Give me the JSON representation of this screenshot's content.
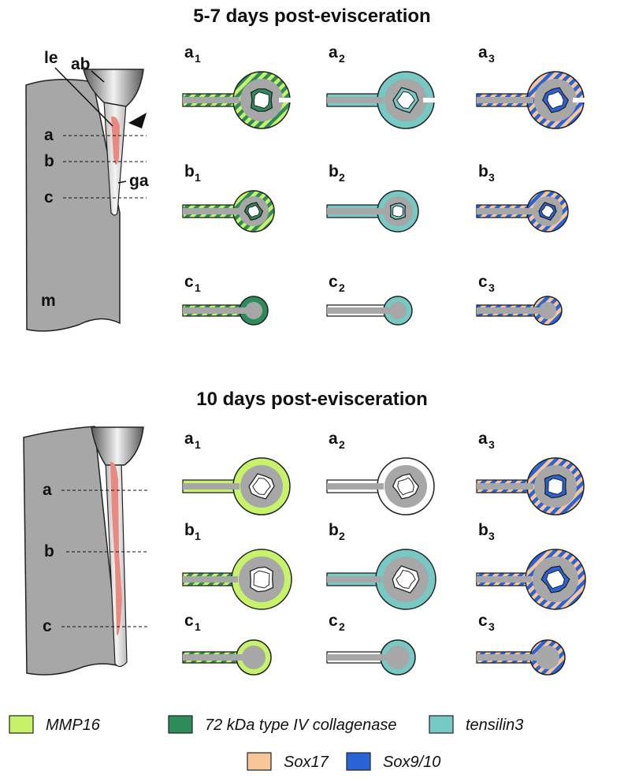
{
  "colors": {
    "mmp16": "#c6f36a",
    "collagenase": "#2e8b5a",
    "tensilin3": "#77c9c6",
    "sox17": "#f7c79b",
    "sox910": "#2a63d8",
    "tissue": "#a7a7a7",
    "lumen": "#ffffff",
    "lesion": "#e98a80",
    "outline": "#222222"
  },
  "sections": [
    {
      "title": "5-7 days post-evisceration",
      "schematic": {
        "labels": {
          "le": "le",
          "ab": "ab",
          "ga": "ga",
          "m": "m"
        },
        "levels": [
          "a",
          "b",
          "c"
        ]
      },
      "grid": [
        [
          {
            "letter": "a",
            "index": "1",
            "ring": "stripe-mmp-col",
            "lining": "collagenase",
            "notch": true
          },
          {
            "letter": "a",
            "index": "2",
            "ring": "tensilin3-partial",
            "lining": "tensilin3",
            "notch": true
          },
          {
            "letter": "a",
            "index": "3",
            "ring": "stripe-sox",
            "lining": "sox910",
            "notch": true
          }
        ],
        [
          {
            "letter": "b",
            "index": "1",
            "ring": "stripe-mmp-col",
            "lining": "collagenase"
          },
          {
            "letter": "b",
            "index": "2",
            "ring": "tensilin3",
            "lining": "tensilin3"
          },
          {
            "letter": "b",
            "index": "3",
            "ring": "stripe-sox",
            "lining": "sox910"
          }
        ],
        [
          {
            "letter": "c",
            "index": "1",
            "ring": "collagenase-solid",
            "stem": "stripe-mmp-col"
          },
          {
            "letter": "c",
            "index": "2",
            "ring": "tensilin3",
            "stem": "plain"
          },
          {
            "letter": "c",
            "index": "3",
            "ring": "stripe-sox",
            "stem": "stripe-sox"
          }
        ]
      ]
    },
    {
      "title": "10 days post-evisceration",
      "schematic": {
        "labels": {},
        "levels": [
          "a",
          "b",
          "c"
        ]
      },
      "grid": [
        [
          {
            "letter": "a",
            "index": "1",
            "ring": "mmp16",
            "lining": "white"
          },
          {
            "letter": "a",
            "index": "2",
            "ring": "white",
            "lining": "white"
          },
          {
            "letter": "a",
            "index": "3",
            "ring": "stripe-sox",
            "lining": "sox910"
          }
        ],
        [
          {
            "letter": "b",
            "index": "1",
            "ring": "mmp16",
            "lining": "white",
            "stem": "stripe-mmp-col"
          },
          {
            "letter": "b",
            "index": "2",
            "ring": "tensilin3",
            "lining": "white"
          },
          {
            "letter": "b",
            "index": "3",
            "ring": "stripe-sox",
            "lining": "sox910"
          }
        ],
        [
          {
            "letter": "c",
            "index": "1",
            "ring": "mmp16",
            "stem": "stripe-mmp-col"
          },
          {
            "letter": "c",
            "index": "2",
            "ring": "tensilin3",
            "stem": "plain"
          },
          {
            "letter": "c",
            "index": "3",
            "ring": "stripe-sox",
            "stem": "stripe-sox"
          }
        ]
      ]
    }
  ],
  "legend": [
    {
      "label": "MMP16",
      "color_key": "mmp16"
    },
    {
      "label": "72 kDa type IV collagenase",
      "color_key": "collagenase"
    },
    {
      "label": "tensilin3",
      "color_key": "tensilin3"
    },
    {
      "label": "Sox17",
      "color_key": "sox17"
    },
    {
      "label": "Sox9/10",
      "color_key": "sox910"
    }
  ]
}
